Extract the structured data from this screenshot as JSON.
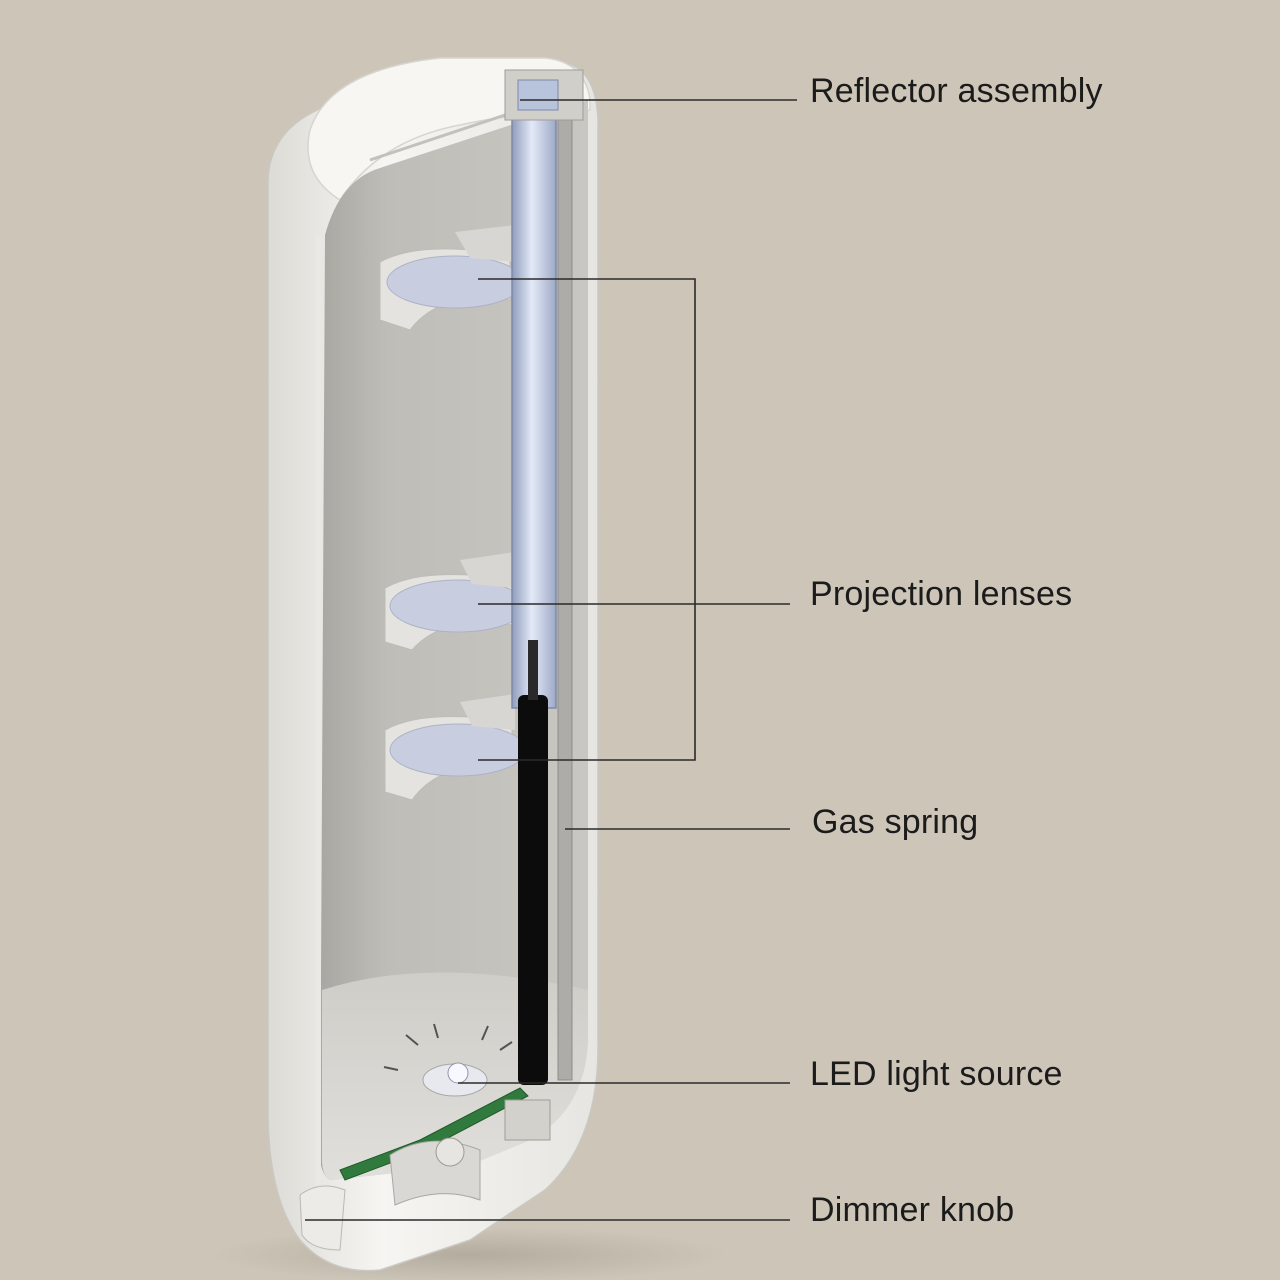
{
  "callouts": {
    "reflector": "Reflector assembly",
    "lenses": "Projection lenses",
    "gas_spring": "Gas spring",
    "led": "LED light source",
    "dimmer": "Dimmer knob"
  },
  "colors": {
    "background": "#cdc6b8",
    "shell": "#f1f0ec",
    "interior": "#bdbbb6",
    "lens": "#c9cde0",
    "tube": "#c8d2ea",
    "spring": "#0c0c0c",
    "pcb": "#2f7a3c",
    "leader": "#2a2a2a"
  }
}
